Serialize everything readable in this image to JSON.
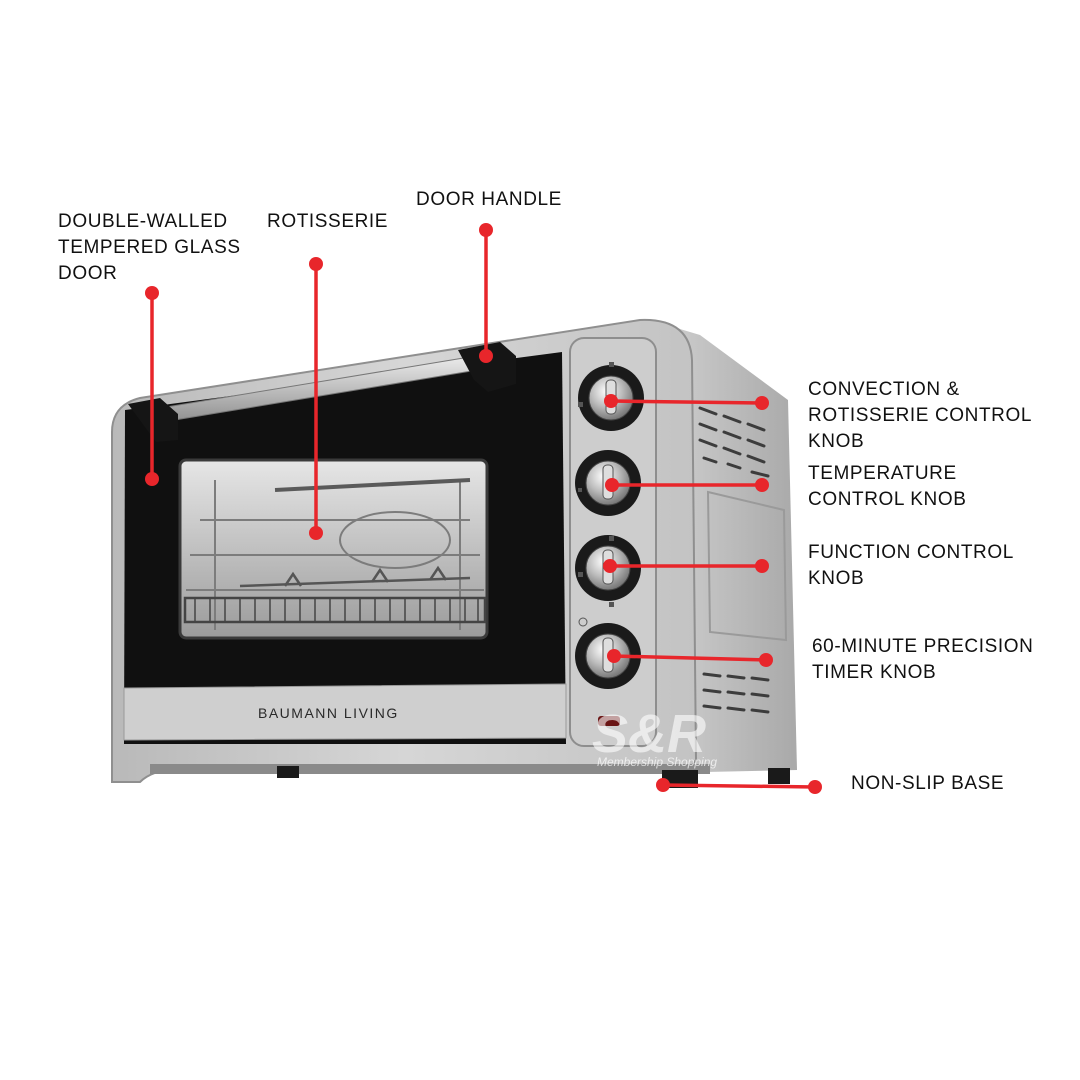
{
  "labels": {
    "glass_door": "DOUBLE-WALLED\nTEMPERED GLASS\nDOOR",
    "rotisserie": "ROTISSERIE",
    "door_handle": "DOOR HANDLE",
    "convection_knob": "CONVECTION &\nROTISSERIE CONTROL\nKNOB",
    "temperature_knob": "TEMPERATURE\nCONTROL KNOB",
    "function_knob": "FUNCTION CONTROL\nKNOB",
    "timer_knob": "60-MINUTE PRECISION\nTIMER KNOB",
    "non_slip_base": "NON-SLIP BASE"
  },
  "product": {
    "brand": "BAUMANN LIVING"
  },
  "watermark": {
    "main": "S&R",
    "sub": "Membership Shopping"
  },
  "colors": {
    "callout": "#e8262b",
    "body_silver": "#c9c9c9",
    "glass_dark": "#101010"
  }
}
